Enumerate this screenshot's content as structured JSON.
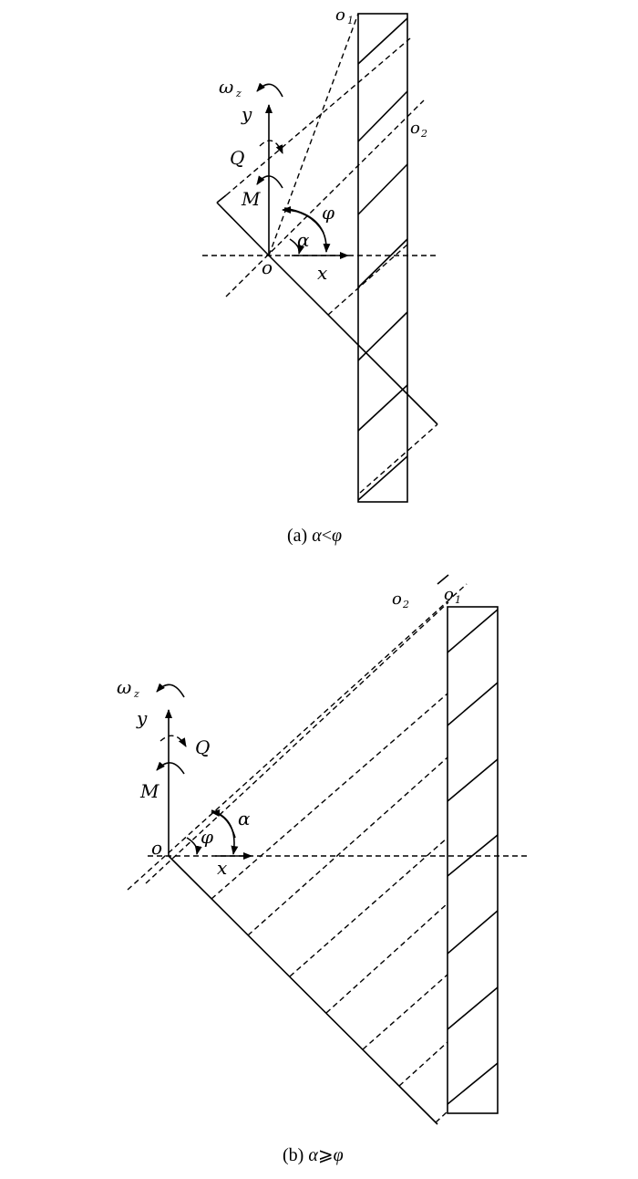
{
  "diagram_a": {
    "labels": {
      "o1": "o",
      "o1_sub": "1",
      "o2": "o",
      "o2_sub": "2",
      "omega": "ω",
      "omega_sub": "z",
      "y": "y",
      "Q": "Q",
      "M": "M",
      "phi": "φ",
      "alpha": "α",
      "o": "o",
      "x": "x"
    },
    "caption": {
      "prefix": "(a) ",
      "var1": "α",
      "op": "<",
      "var2": "φ"
    }
  },
  "diagram_b": {
    "labels": {
      "o2": "o",
      "o2_sub": "2",
      "o1": "o",
      "o1_sub": "1",
      "omega": "ω",
      "omega_sub": "z",
      "y": "y",
      "Q": "Q",
      "M": "M",
      "alpha": "α",
      "phi": "φ",
      "o": "o",
      "x": "x"
    },
    "caption": {
      "prefix": "(b) ",
      "var1": "α",
      "op": "⩾",
      "var2": "φ"
    }
  }
}
